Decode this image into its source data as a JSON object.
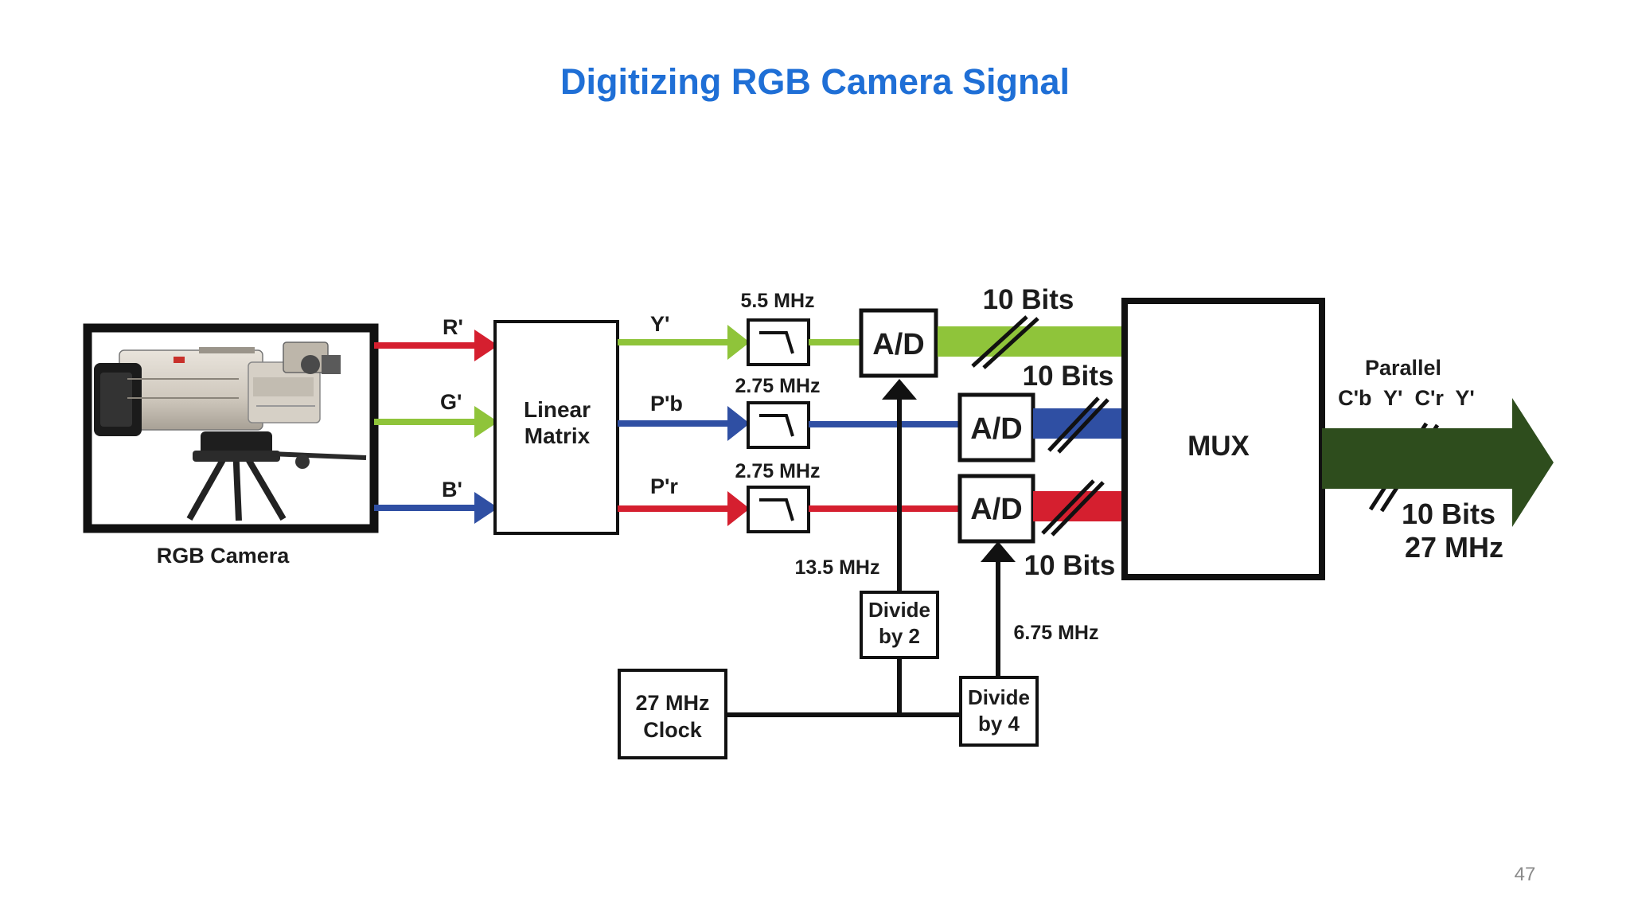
{
  "slide": {
    "title": "Digitizing RGB Camera Signal",
    "page_number": "47"
  },
  "colors": {
    "title": "#1f6fd6",
    "red": "#d51f2f",
    "green": "#8fc43a",
    "blue": "#2f4fa3",
    "dark_green": "#2e4d1d",
    "black": "#111111"
  },
  "diagram": {
    "camera_label": "RGB Camera",
    "signals": {
      "r": "R'",
      "g": "G'",
      "b": "B'",
      "y": "Y'",
      "pb": "P'b",
      "pr": "P'r"
    },
    "linear_matrix": {
      "line1": "Linear",
      "line2": "Matrix"
    },
    "filters": {
      "y": "5.5 MHz",
      "pb": "2.75 MHz",
      "pr": "2.75 MHz"
    },
    "ad_label": "A/D",
    "bits_label": "10 Bits",
    "mux_label": "MUX",
    "divide_by_2": {
      "line1": "Divide",
      "line2": "by 2"
    },
    "divide_by_4": {
      "line1": "Divide",
      "line2": "by 4"
    },
    "clock": {
      "line1": "27 MHz",
      "line2": "Clock"
    },
    "freq_13_5": "13.5 MHz",
    "freq_6_75": "6.75 MHz",
    "parallel_label": "Parallel",
    "parallel_sequence": "C'b  Y'  C'r  Y'",
    "output_bits": "10 Bits",
    "output_freq": "27 MHz"
  }
}
